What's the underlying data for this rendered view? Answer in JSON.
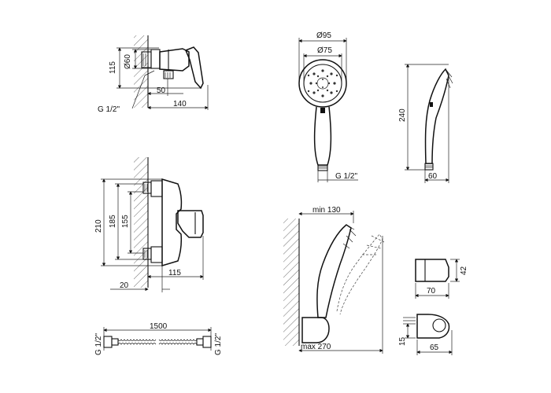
{
  "labels": {
    "mixer_front_height": "115",
    "mixer_front_diam": "Ø60",
    "mixer_front_offset": "50",
    "mixer_front_depth": "140",
    "mixer_front_thread": "G 1/2\"",
    "head_outer": "Ø95",
    "head_inner": "Ø75",
    "head_thread": "G 1/2\"",
    "side_length": "240",
    "side_width": "60",
    "mixer_side_height": "210",
    "mixer_side_h2": "185",
    "mixer_side_h3": "155",
    "mixer_side_depth": "115",
    "mixer_side_wall": "20",
    "install_min": "min 130",
    "install_max": "max 270",
    "holder_width": "70",
    "holder_height": "42",
    "holder_w2": "65",
    "holder_h2": "15",
    "hose_length": "1500",
    "hose_thread_left": "G 1/2\"",
    "hose_thread_right": "G 1/2\""
  }
}
